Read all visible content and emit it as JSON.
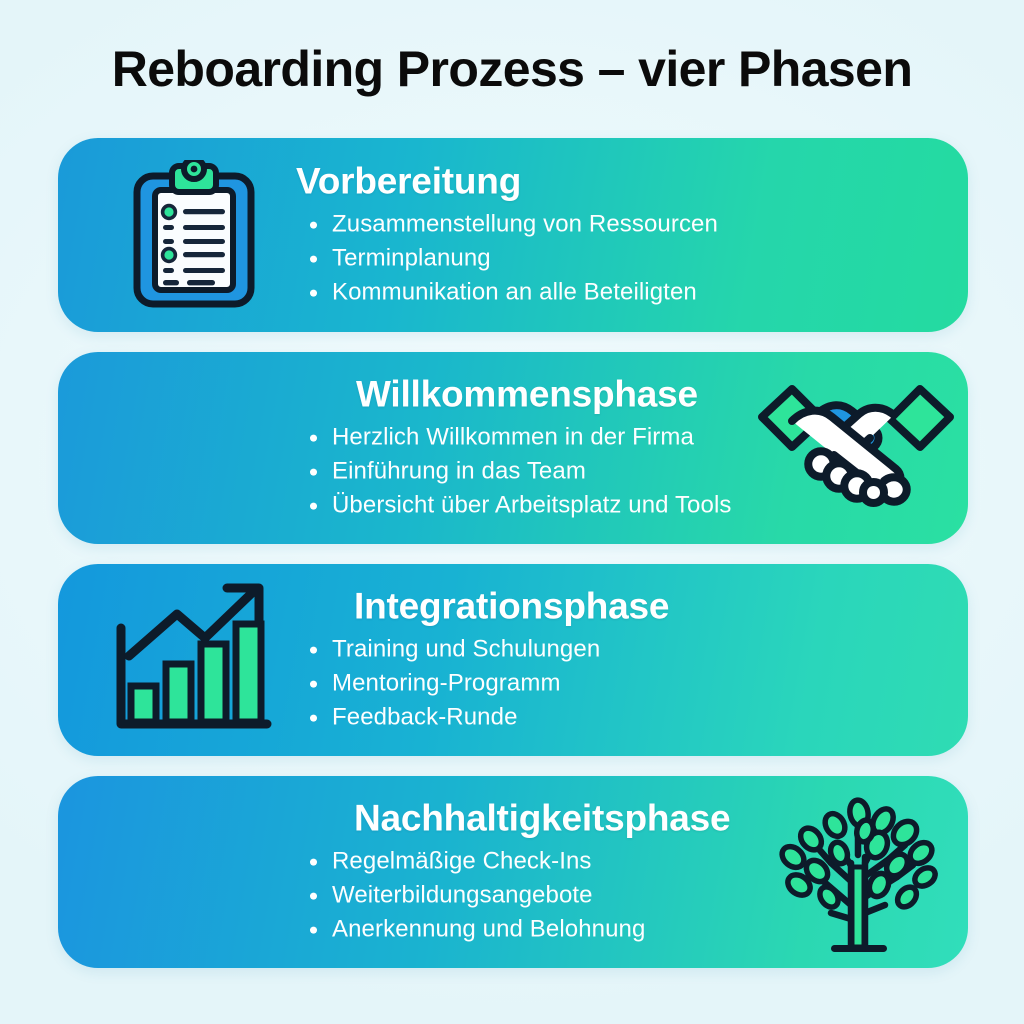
{
  "page": {
    "title": "Reboarding Prozess – vier Phasen",
    "background_color": "#ecf9fc",
    "title_color": "#0b0b0b"
  },
  "palette": {
    "card_gradient_start": "#1a9ad9",
    "card_gradient_end": "#2adba2",
    "text_on_card": "#ffffff",
    "icon_green": "#2ee49a",
    "icon_blue": "#1f95e0",
    "icon_outline": "#0d1b2a"
  },
  "cards": [
    {
      "id": "vorbereitung",
      "heading": "Vorbereitung",
      "icon": "clipboard-checklist-icon",
      "icon_side": "left",
      "bullets": [
        "Zusammenstellung von Ressourcen",
        "Terminplanung",
        "Kommunikation an alle Beteiligten"
      ]
    },
    {
      "id": "willkommensphase",
      "heading": "Willkommensphase",
      "icon": "handshake-icon",
      "icon_side": "right",
      "bullets": [
        "Herzlich Willkommen in der Firma",
        "Einführung in das Team",
        "Übersicht über Arbeitsplatz und Tools"
      ]
    },
    {
      "id": "integrationsphase",
      "heading": "Integrationsphase",
      "icon": "growth-bar-chart-icon",
      "icon_side": "left",
      "bullets": [
        "Training und Schulungen",
        "Mentoring-Programm",
        "Feedback-Runde"
      ]
    },
    {
      "id": "nachhaltigkeitsphase",
      "heading": "Nachhaltigkeitsphase",
      "icon": "tree-icon",
      "icon_side": "right",
      "bullets": [
        "Regelmäßige Check-Ins",
        "Weiterbildungsangebote",
        "Anerkennung und Belohnung"
      ]
    }
  ]
}
